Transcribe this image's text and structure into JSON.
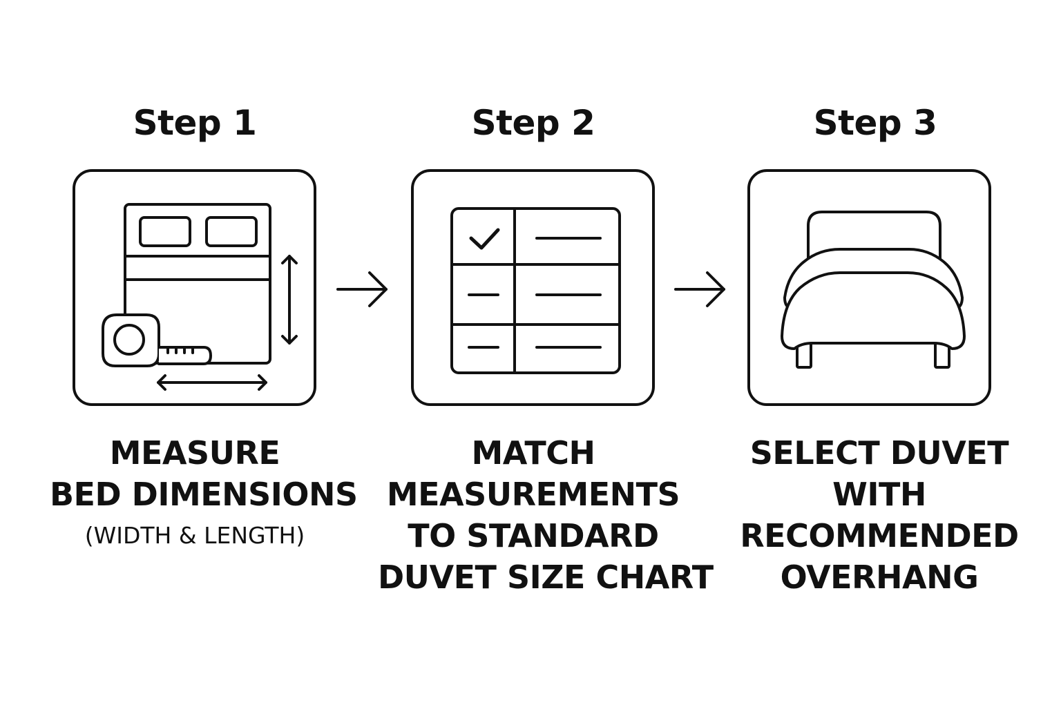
{
  "steps": [
    {
      "title": "Step 1",
      "icon": "measure-bed-icon",
      "caption_lines": [
        "MEASURE",
        "BED DIMENSIONS"
      ],
      "caption_sub": "(WIDTH & LENGTH)"
    },
    {
      "title": "Step 2",
      "icon": "size-chart-icon",
      "caption_lines": [
        "MATCH",
        "MEASUREMENTS",
        "TO STANDARD",
        "DUVET SIZE CHART"
      ]
    },
    {
      "title": "Step 3",
      "icon": "bed-duvet-icon",
      "caption_lines": [
        "SELECT DUVET",
        "WITH",
        "RECOMMENDED",
        "OVERHANG"
      ]
    }
  ],
  "arrows": [
    "arrow-right-icon",
    "arrow-right-icon"
  ],
  "colors": {
    "stroke": "#111111",
    "background": "#ffffff"
  }
}
